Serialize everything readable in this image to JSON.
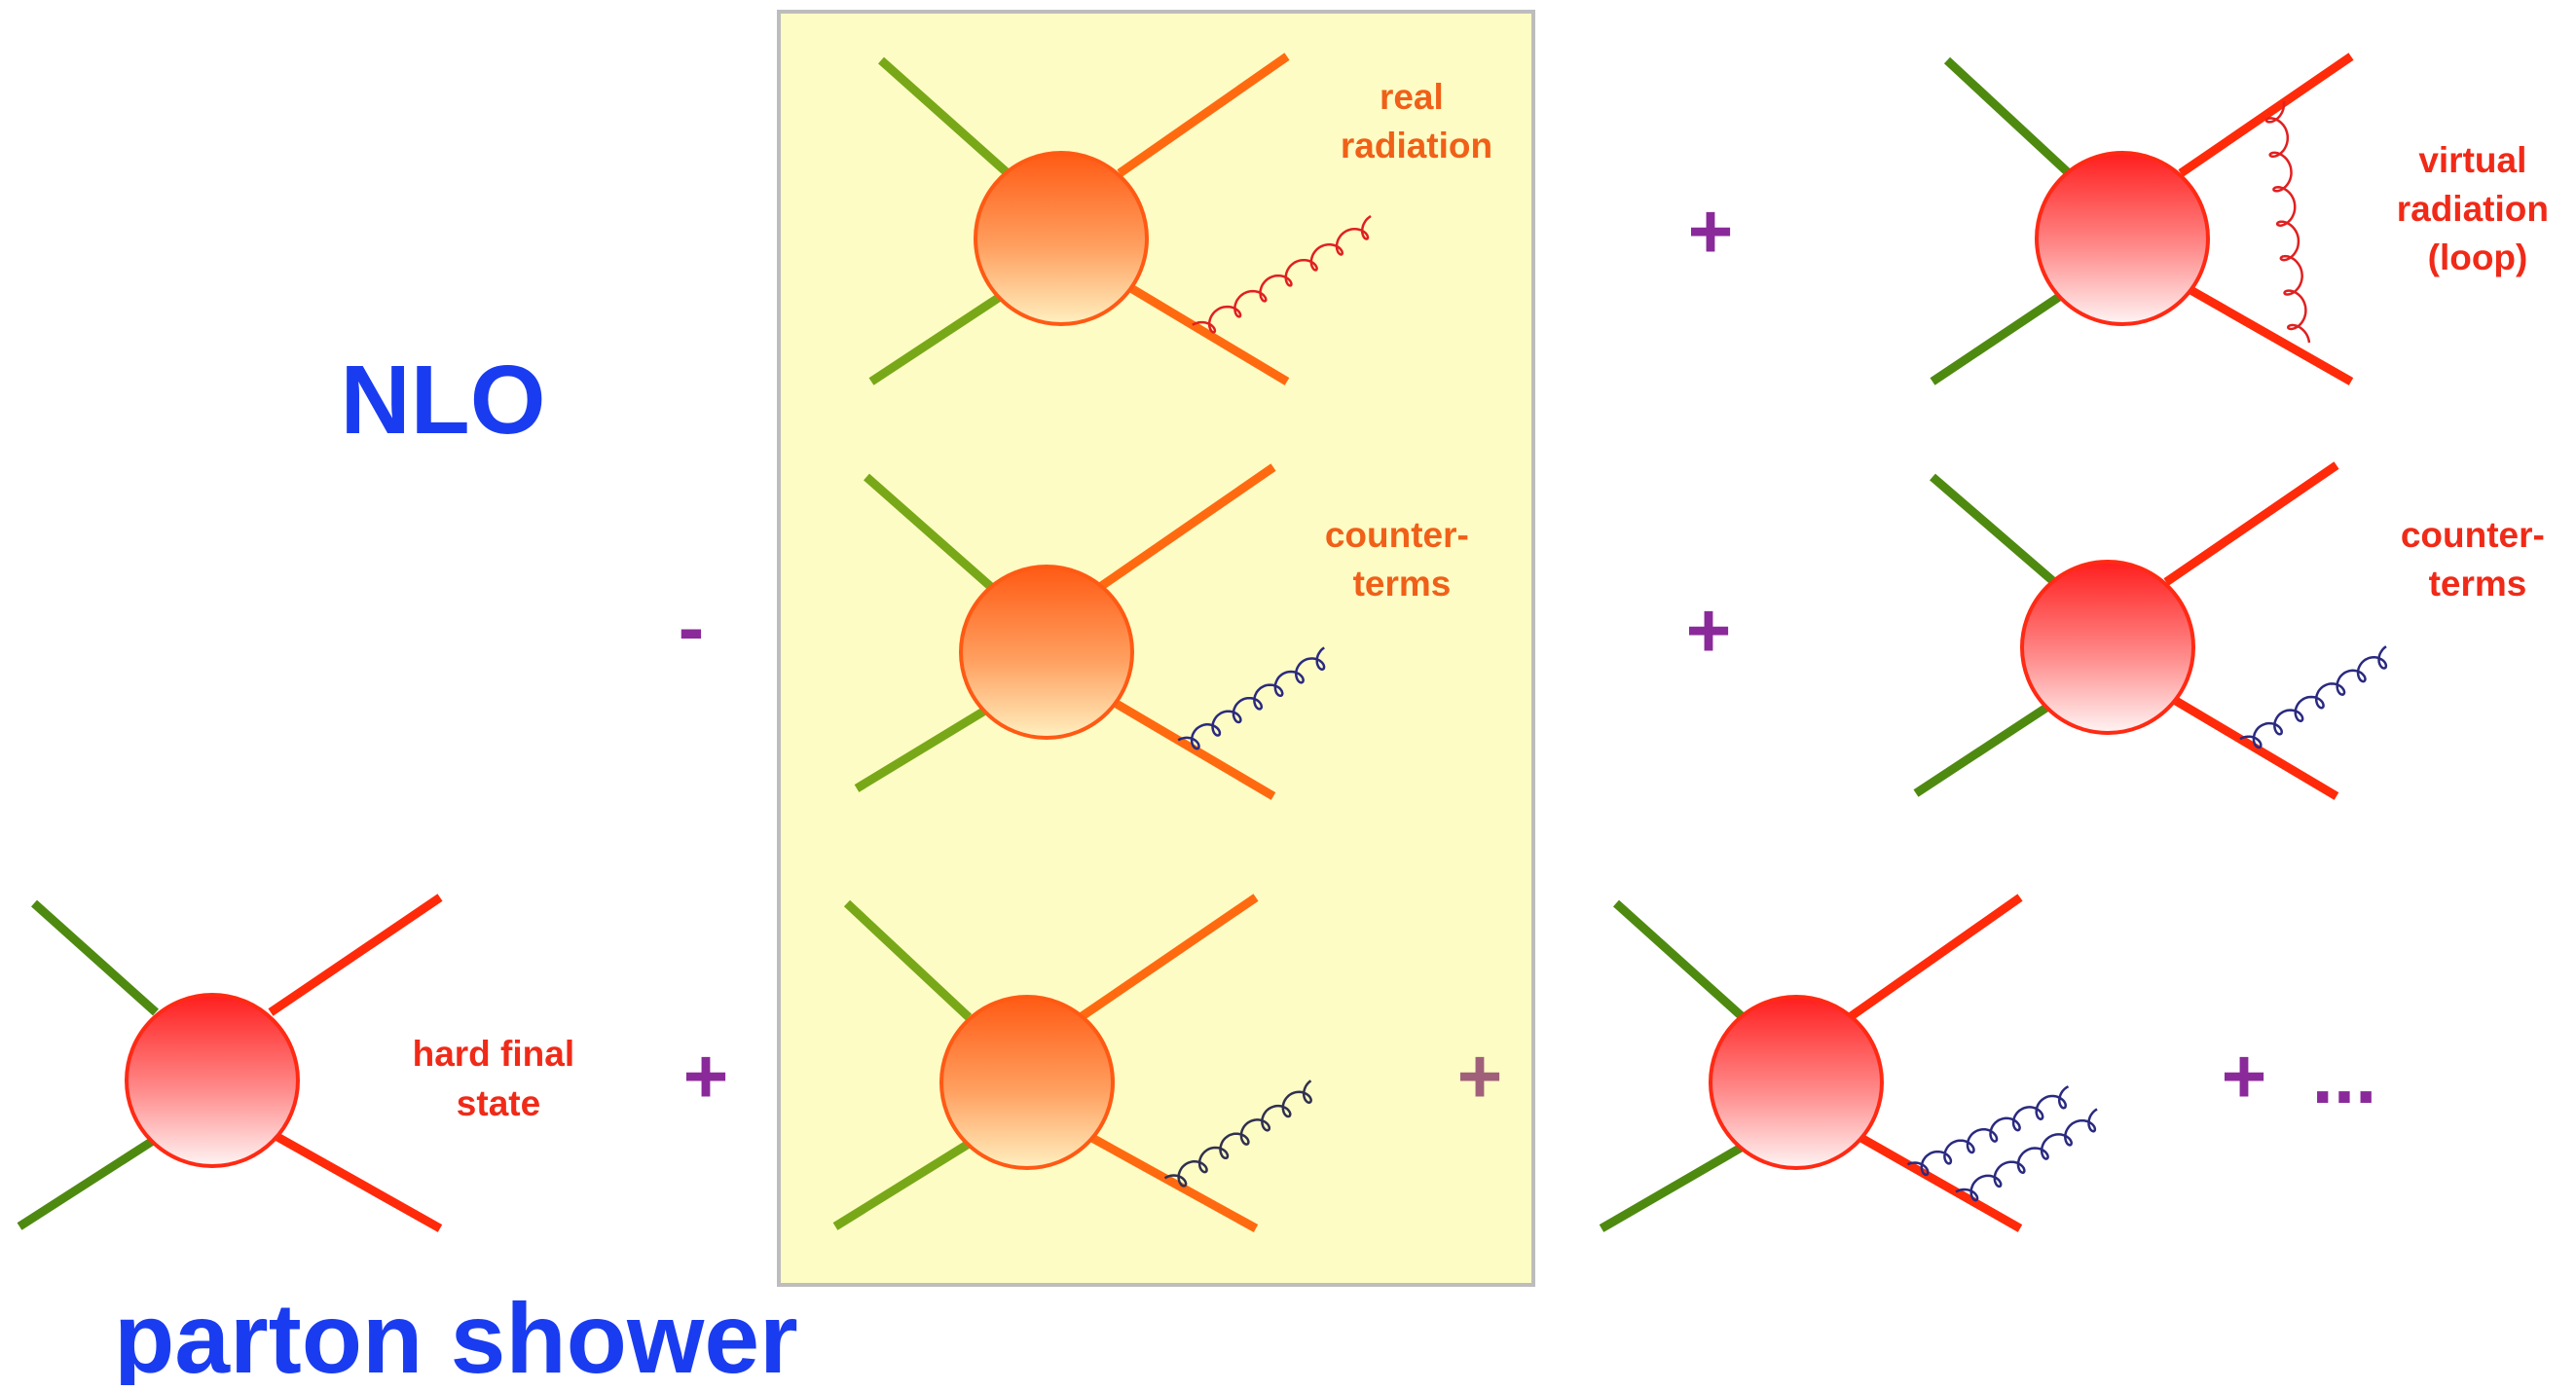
{
  "labels": {
    "nlo": "NLO",
    "parton_shower": "parton shower",
    "real_radiation": [
      "real",
      "radiation"
    ],
    "virtual_radiation": [
      "virtual",
      "radiation",
      "(loop)"
    ],
    "counterterms_box": [
      "counter-",
      "terms"
    ],
    "counterterms_right": [
      "counter-",
      "terms"
    ],
    "hard_final_state": [
      "hard final",
      "state"
    ]
  },
  "operators": {
    "plus_top": "+",
    "minus_mid": "-",
    "plus_mid": "+",
    "plus_bottom_left": "+",
    "plus_bottom_mid": "+",
    "plus_bottom_right": "+",
    "ellipsis": "..."
  },
  "colors": {
    "title_blue": "#1a3cf0",
    "operator_purple": "#8a2a9a",
    "operator_muted": "#a0607a",
    "label_orange": "#f06018",
    "label_red": "#f02a18",
    "initial_green": "#4e8a10",
    "initial_green_light": "#78a818",
    "final_red": "#ff2a0a",
    "final_orange": "#ff6a10",
    "gluon_red": "#e02020",
    "gluon_navy": "#2a2a80",
    "gluon_gray": "#303050",
    "box_fill": "#fdfcc4",
    "box_border": "#bdbdbd"
  },
  "diagrams": [
    {
      "id": "real-radiation",
      "blob": "orange",
      "gluon": "red"
    },
    {
      "id": "virtual-loop",
      "blob": "red",
      "gluon": "red-loop"
    },
    {
      "id": "counterterm-box",
      "blob": "orange",
      "gluon": "navy"
    },
    {
      "id": "counterterm-right",
      "blob": "red",
      "gluon": "navy"
    },
    {
      "id": "hard-final-state",
      "blob": "red",
      "gluon": "none"
    },
    {
      "id": "shower-one-emission",
      "blob": "orange",
      "gluon": "navy"
    },
    {
      "id": "shower-two-emissions",
      "blob": "red",
      "gluon": "navy-double"
    }
  ]
}
